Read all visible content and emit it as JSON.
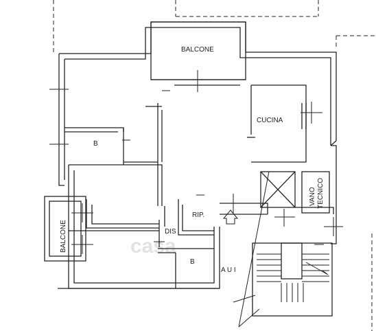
{
  "rooms": {
    "balcone_top": "BALCONE",
    "cucina": "CUCINA",
    "bagno_left": "B",
    "bagno_bottom": "B",
    "vano_tecnico_1": "VANO",
    "vano_tecnico_2": "TECNICO",
    "balcone_left": "BALCONE",
    "ripostiglio": "RIP.",
    "disimpegno": "DIS",
    "ascensore": "A U I"
  },
  "watermark": "casa"
}
